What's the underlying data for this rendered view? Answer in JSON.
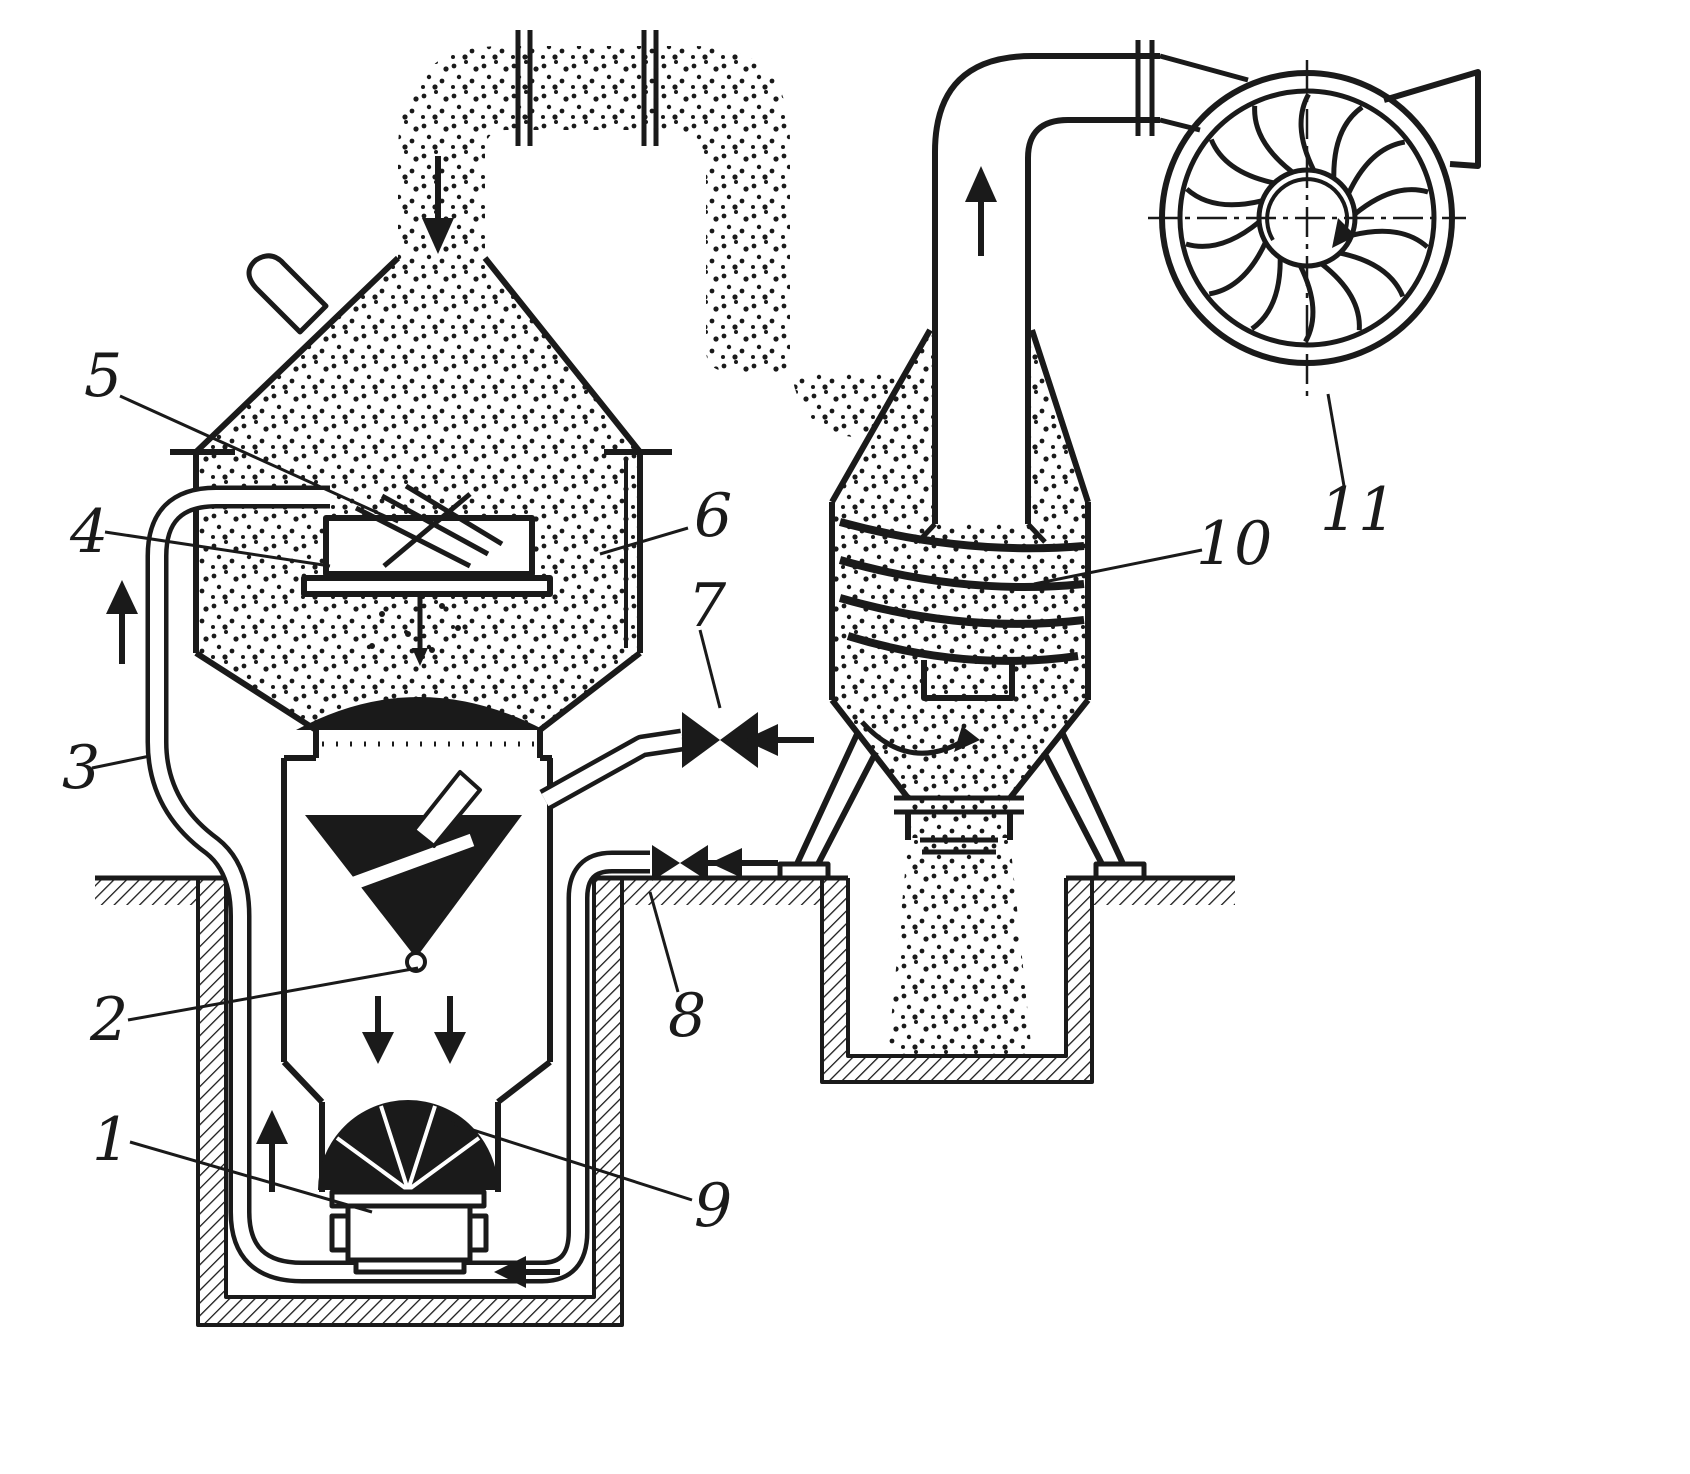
{
  "meta": {
    "colors": {
      "background": "#ffffff",
      "ink": "#1a1a1a"
    }
  },
  "diagram": {
    "labels": [
      {
        "text": "1"
      },
      {
        "text": "2"
      },
      {
        "text": "3"
      },
      {
        "text": "4"
      },
      {
        "text": "5"
      },
      {
        "text": "6"
      },
      {
        "text": "7"
      },
      {
        "text": "8"
      },
      {
        "text": "9"
      },
      {
        "text": "10"
      },
      {
        "text": "11"
      }
    ]
  }
}
